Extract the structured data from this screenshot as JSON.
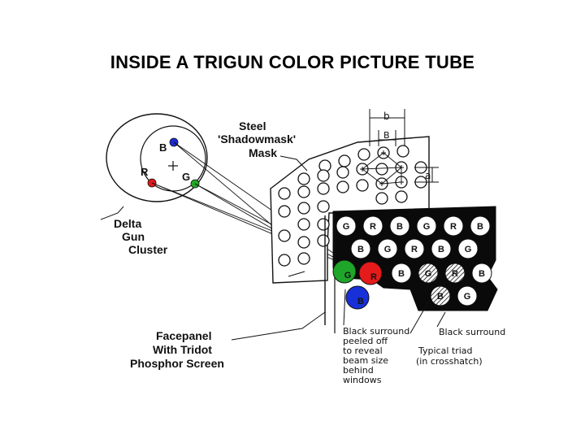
{
  "title": "INSIDE A TRIGUN COLOR PICTURE TUBE",
  "labels": {
    "delta_gun_cluster": [
      "Delta",
      "Gun",
      "Cluster"
    ],
    "shadowmask": [
      "Steel",
      "'Shadowmask'",
      "Mask"
    ],
    "facepanel": [
      "Facepanel",
      "With Tridot",
      "Phosphor Screen"
    ],
    "black_surround_peeled": [
      "Black surround",
      "peeled off",
      "to reveal",
      "beam size",
      "behind",
      "windows"
    ],
    "black_surround": "Black surround",
    "typical_triad": [
      "Typical triad",
      "(in crosshatch)"
    ],
    "dimension_b_upper": "b",
    "dimension_b_lower": "B",
    "dimension_a": "a"
  },
  "guns": [
    {
      "letter": "B",
      "color": "#1a2bd6"
    },
    {
      "letter": "R",
      "color": "#e01818"
    },
    {
      "letter": "G",
      "color": "#22a828"
    }
  ],
  "beams": [
    {
      "letter": "G",
      "color": "#1fa52a"
    },
    {
      "letter": "R",
      "color": "#e51b1b"
    },
    {
      "letter": "B",
      "color": "#1830d8"
    }
  ],
  "phosphor_rows": [
    [
      "G",
      "R",
      "B",
      "G",
      "R",
      "B"
    ],
    [
      "B",
      "G",
      "R",
      "B",
      "G"
    ],
    [
      "",
      "",
      "B",
      "G",
      "R",
      "B"
    ],
    [
      "B",
      "G"
    ]
  ],
  "colors": {
    "red": "#e01818",
    "green": "#22a828",
    "blue": "#1a2bd6"
  }
}
